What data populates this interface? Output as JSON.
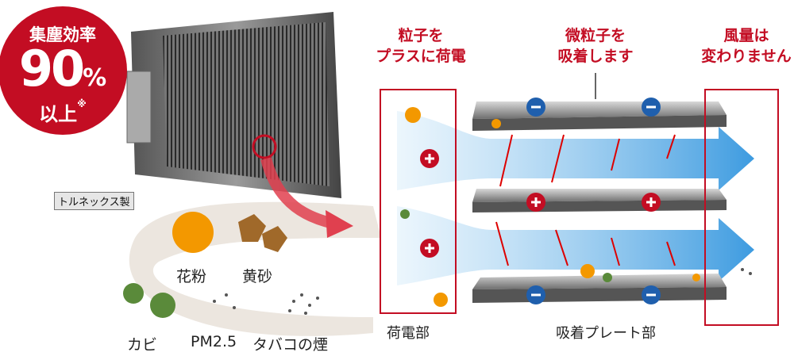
{
  "badge": {
    "title": "集塵効率",
    "value": "90",
    "unit": "%",
    "suffix": "以上",
    "note_mark": "※"
  },
  "maker_label": "トルネックス製",
  "particles": {
    "pollen": "花粉",
    "yellow_sand": "黄砂",
    "mold": "カビ",
    "pm25": "PM2.5",
    "smoke": "タバコの煙"
  },
  "captions": {
    "charge": [
      "粒子を",
      "プラスに荷電"
    ],
    "adsorb": [
      "微粒子を",
      "吸着します"
    ],
    "airflow": [
      "風量は",
      "変わりません"
    ]
  },
  "sections": {
    "charging": "荷電部",
    "plates": "吸着プレート部"
  },
  "colors": {
    "accent": "#c30d23",
    "flow": "#4aa3e0",
    "plate": "#888888"
  }
}
